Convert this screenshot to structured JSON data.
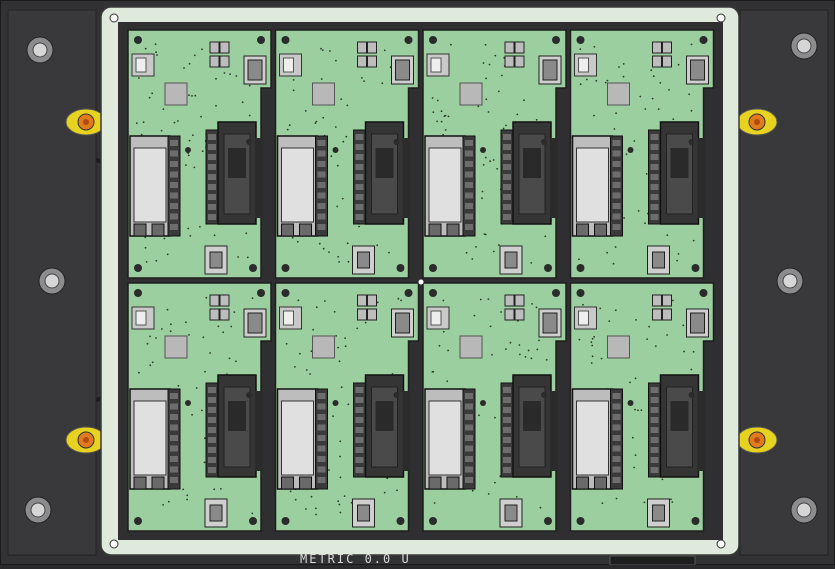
{
  "title": "",
  "panel": {
    "rows": 2,
    "cols": 4,
    "board_color": "#9ccf9f",
    "frame_color": "#dce8d9",
    "dark_color": "#2f2f31"
  },
  "bottom_marking": "METRIC 0.0 U"
}
